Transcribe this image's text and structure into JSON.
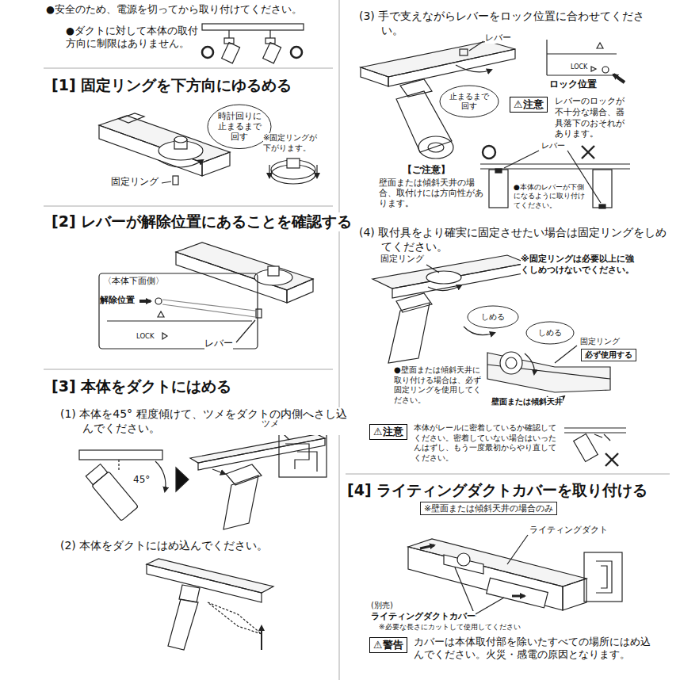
{
  "diagram": {
    "nodes": [
      {
        "text": [
          "時計回りに止まるまで回す"
        ]
      },
      {
        "text": [
          "止まるまで回す"
        ]
      },
      {
        "text": [
          "⚠注意"
        ]
      },
      {
        "text": [
          "しめる"
        ]
      },
      {
        "text": [
          "しめる"
        ]
      },
      {
        "text": [
          "必ず使用する"
        ]
      },
      {
        "text": [
          "⚠注意"
        ]
      },
      {
        "text": [
          "※壁面または傾斜天井の場合のみ"
        ]
      },
      {
        "text": [
          "⚠警告"
        ]
      }
    ],
    "labels": [
      "●安全のため、電源を切ってから取り付けてください。",
      "●ダクトに対して本体の取付方向に制限はありません。",
      "[1] 固定リングを下方向にゆるめる",
      "※固定リングが下がります。",
      "固定リング",
      "[2] レバーが解除位置にあることを確認する",
      "〈本体下面側〉",
      "解除位置",
      "LOCK",
      "レバー",
      "[3] 本体をダクトにはめる",
      "(1) 本体を45° 程度傾けて、ツメをダクトの内側へさし込んでください。",
      "ツメ",
      "45°",
      "(2) 本体をダクトにはめ込んでください。",
      "(3) 手で支えながらレバーをロック位置に合わせてください。",
      "レバー",
      "LOCK",
      "ロック位置",
      "レバーのロックが不十分な場合、器具落下のおそれがあります。",
      "【ご注意】",
      "壁面または傾斜天井の場合、取付けには方向性があります。",
      "レバー",
      "●本体のレバーが下側になるように取り付けてください。",
      "(4) 取付具をより確実に固定させたい場合は固定リングをしめてください。",
      "固定リング",
      "※固定リングは必要以上に強くしめつけないでください。",
      "固定リング",
      "●壁面または傾斜天井に取り付ける場合は、必ず固定リングを使用してください。",
      "壁面または傾斜天井",
      "本体がレールに密着しているか確認してください。密着していない場合はいったんはずし、もう一度最初からやり直してください。",
      "[4] ライティングダクトカバーを取り付ける",
      "ライティングダクト",
      "(別売)",
      "ライティングダクトカバー",
      "※必要な長さにカットして使用してください",
      "カバーは本体取付部を除いたすべての場所にはめ込んでください。火災・感電の原因となります。"
    ]
  }
}
